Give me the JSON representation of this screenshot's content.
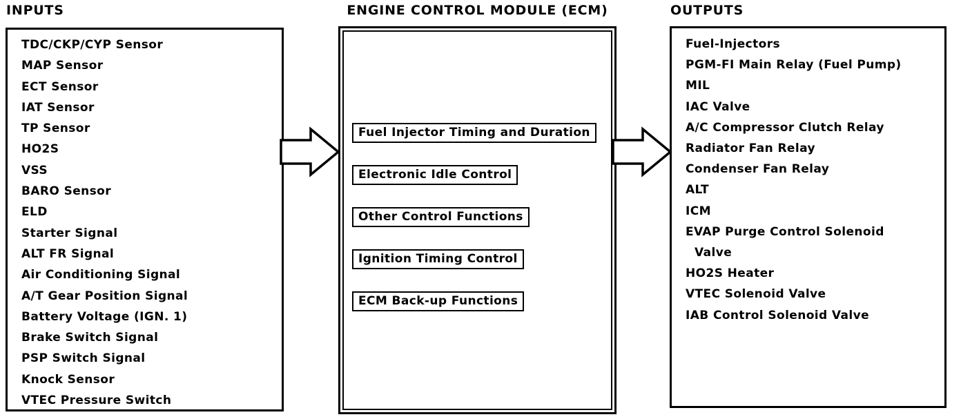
{
  "diagram": {
    "colors": {
      "ink": "#000000",
      "paper": "#ffffff"
    },
    "inputs": {
      "title": "INPUTS",
      "items": [
        "TDC/CKP/CYP Sensor",
        "MAP Sensor",
        "ECT Sensor",
        "IAT Sensor",
        "TP Sensor",
        "HO2S",
        "VSS",
        "BARO Sensor",
        "ELD",
        "Starter Signal",
        "ALT FR Signal",
        "Air Conditioning Signal",
        "A/T Gear Position Signal",
        "Battery Voltage (IGN. 1)",
        "Brake Switch Signal",
        "PSP Switch Signal",
        "Knock Sensor",
        "VTEC Pressure Switch"
      ]
    },
    "ecm": {
      "title": "ENGINE CONTROL MODULE (ECM)",
      "functions": [
        "Fuel Injector Timing and Duration",
        "Electronic Idle Control",
        "Other Control Functions",
        "Ignition Timing Control",
        "ECM Back-up Functions"
      ]
    },
    "outputs": {
      "title": "OUTPUTS",
      "lines": [
        {
          "label": "Fuel-Injectors"
        },
        {
          "label": "PGM-FI Main Relay (Fuel Pump)"
        },
        {
          "label": "MIL"
        },
        {
          "label": "IAC Valve"
        },
        {
          "label": "A/C Compressor Clutch Relay"
        },
        {
          "label": "Radiator Fan Relay"
        },
        {
          "label": "Condenser Fan Relay"
        },
        {
          "label": "ALT"
        },
        {
          "label": "ICM"
        },
        {
          "label": "EVAP Purge Control Solenoid"
        },
        {
          "label": "Valve",
          "indent": true
        },
        {
          "label": "HO2S Heater"
        },
        {
          "label": "VTEC Solenoid Valve"
        },
        {
          "label": "IAB Control Solenoid Valve"
        }
      ]
    }
  }
}
